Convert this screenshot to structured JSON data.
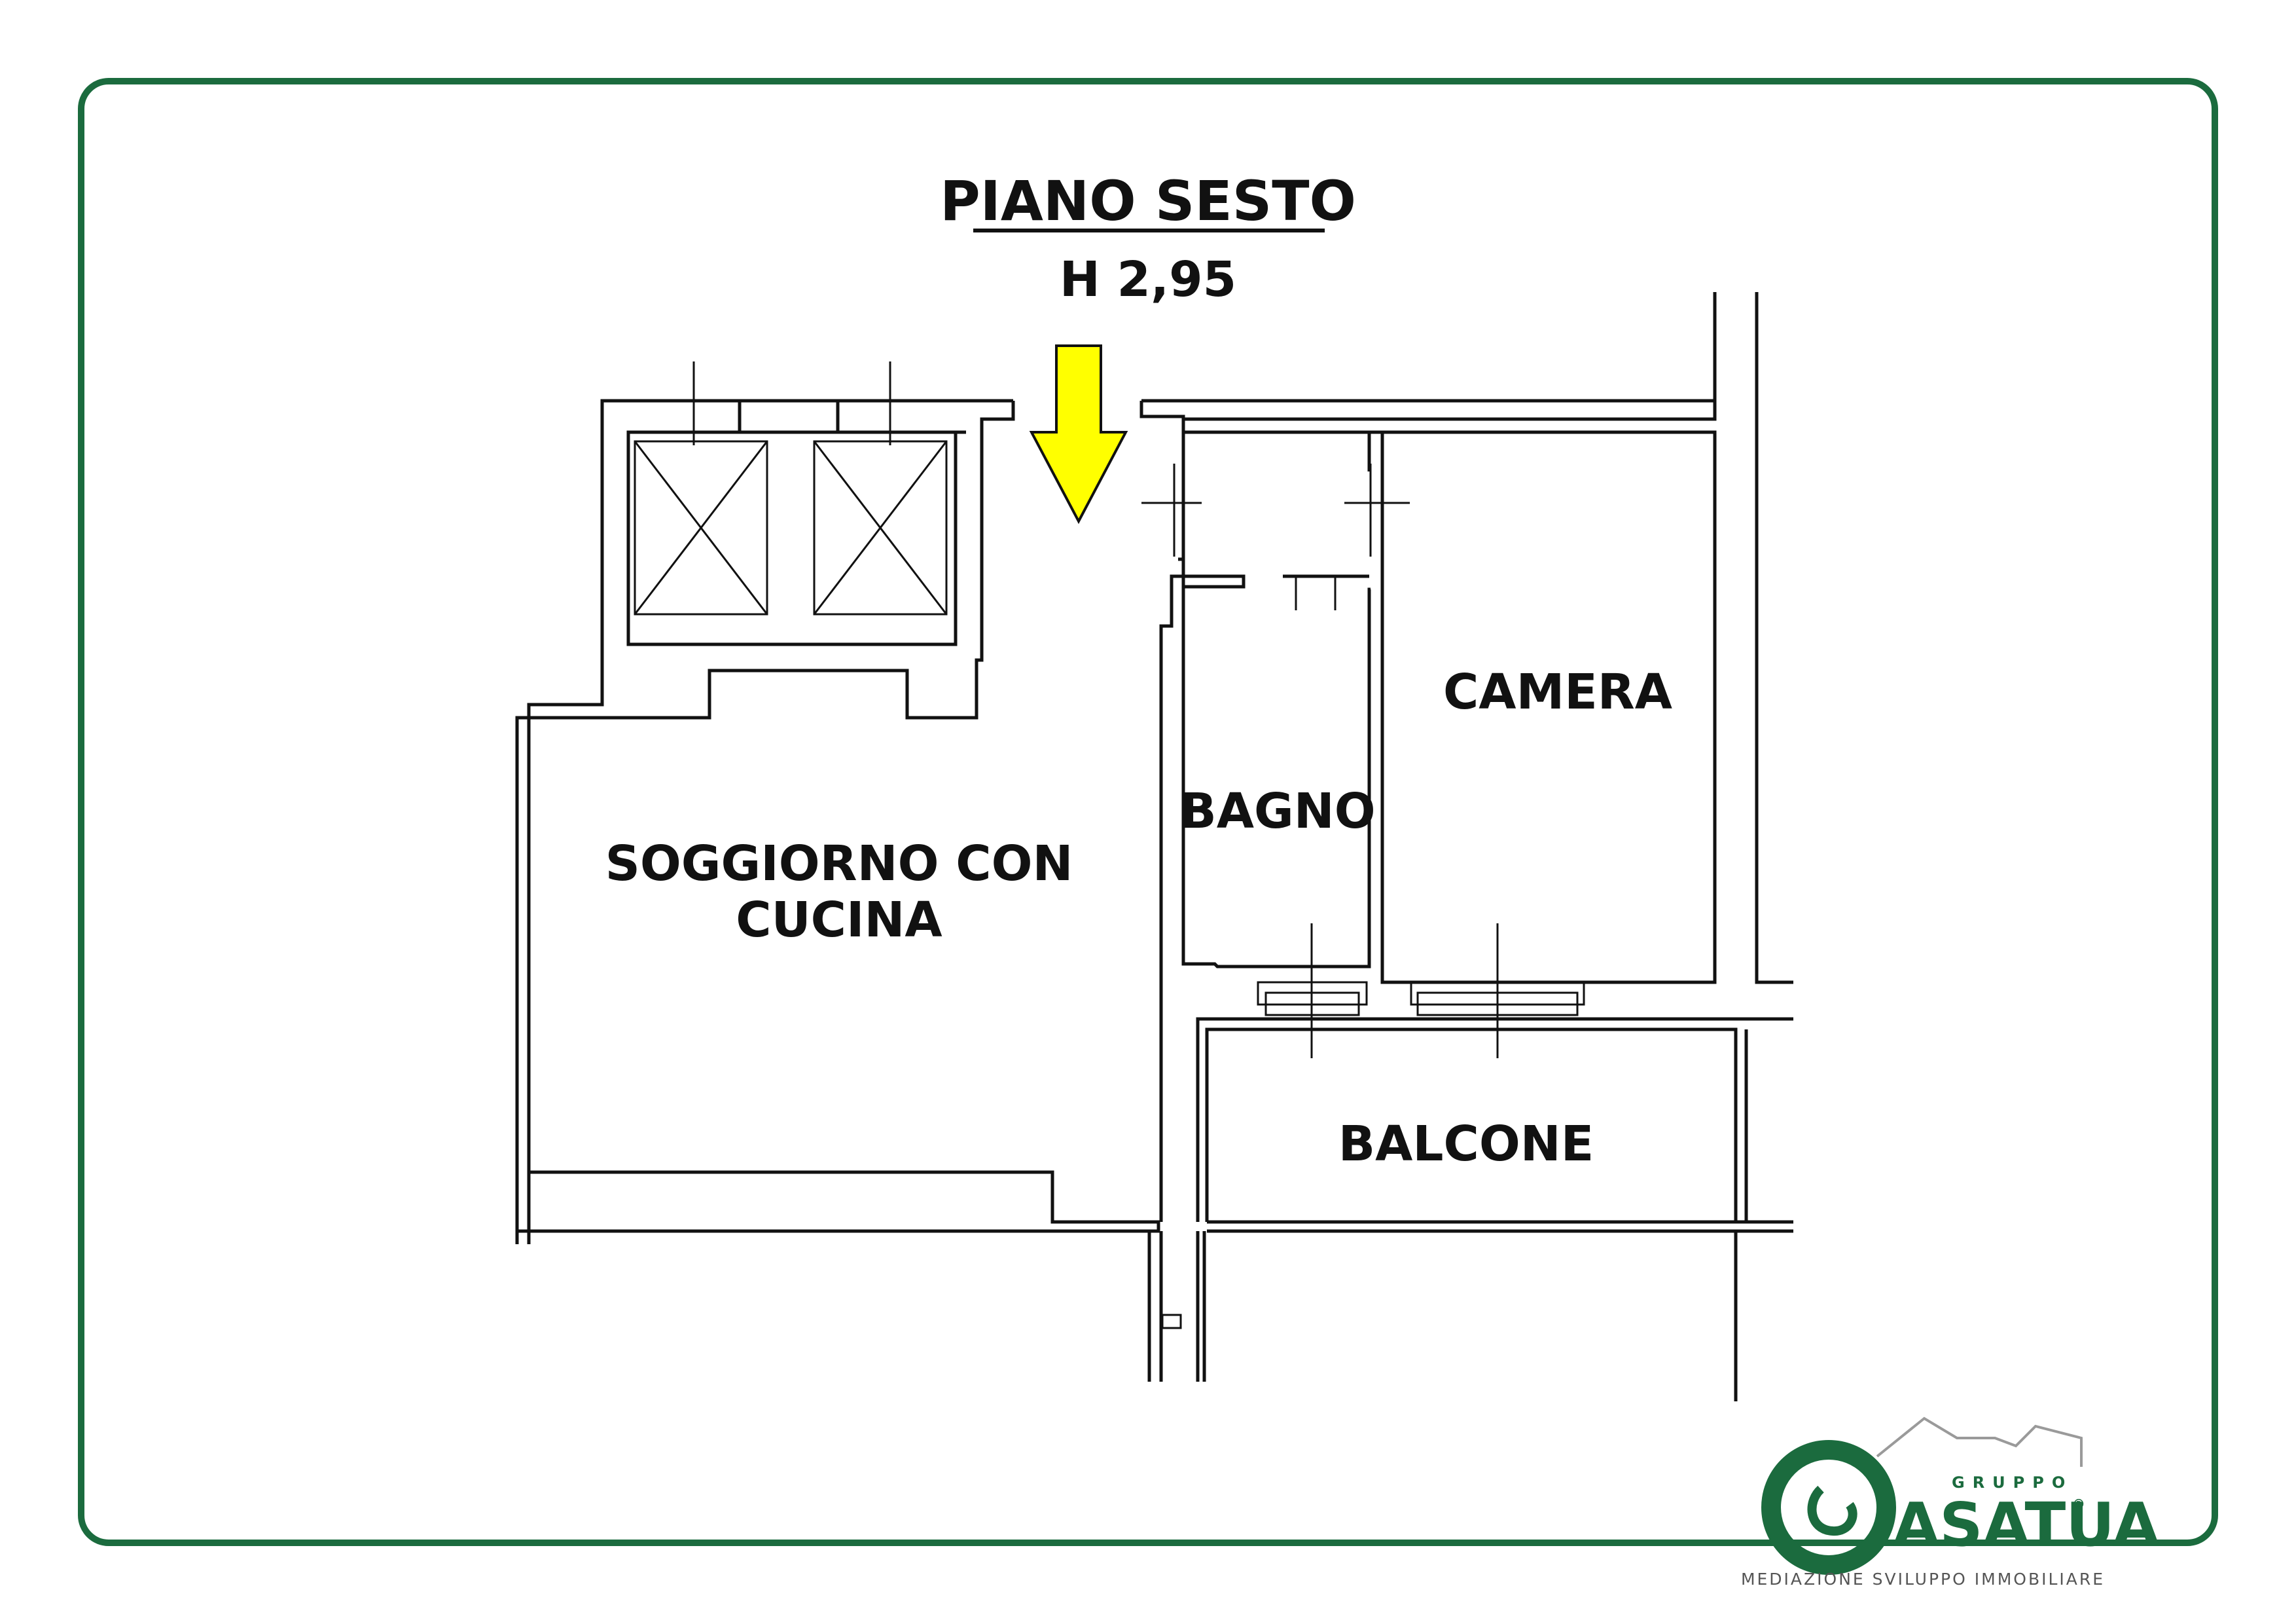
{
  "title": "PIANO SESTO",
  "height_label": "H 2,95",
  "rooms": {
    "soggiorno_line1": "SOGGIORNO CON",
    "soggiorno_line2": "CUCINA",
    "bagno": "BAGNO",
    "camera": "CAMERA",
    "balcone": "BALCONE"
  },
  "logo": {
    "gruppo": "GRUPPO",
    "brand": "ASATUA",
    "registered": "®",
    "tagline": "MEDIAZIONE SVILUPPO IMMOBILIARE"
  },
  "colors": {
    "frame": "#1b6b3e",
    "arrow": "#ffff00",
    "brand_green": "#1b6b3e",
    "roof_gray": "#9a9a9a"
  }
}
